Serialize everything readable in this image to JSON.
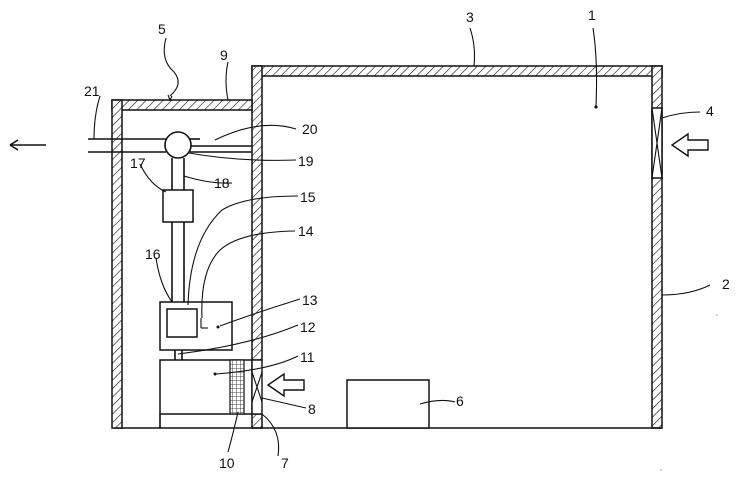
{
  "figure": {
    "labels": {
      "l1": "1",
      "l2": "2",
      "l3": "3",
      "l4": "4",
      "l5": "5",
      "l6": "6",
      "l7": "7",
      "l8": "8",
      "l9": "9",
      "l10": "10",
      "l11": "11",
      "l12": "12",
      "l13": "13",
      "l14": "14",
      "l15": "15",
      "l16": "16",
      "l17": "17",
      "l18": "18",
      "l19": "19",
      "l20": "20",
      "l21": "21"
    },
    "colors": {
      "line": "#111111",
      "background": "#ffffff"
    }
  }
}
